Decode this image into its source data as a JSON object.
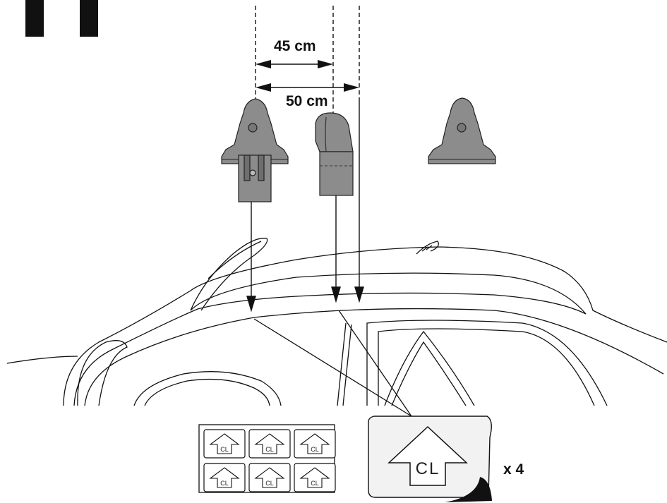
{
  "dimensions": {
    "inner": {
      "value": 45,
      "unit": "cm",
      "label": "45 cm"
    },
    "outer": {
      "value": 50,
      "unit": "cm",
      "label": "50 cm"
    }
  },
  "sticker": {
    "symbol": "CL",
    "quantity_label": "x 4"
  },
  "sticker_sheet": {
    "rows": 2,
    "cols": 3
  },
  "colors": {
    "foot_fill": "#8c8c8c",
    "foot_dark": "#6e6e6e",
    "ink": "#111111",
    "sticker_bg": "#f2f2f2"
  }
}
